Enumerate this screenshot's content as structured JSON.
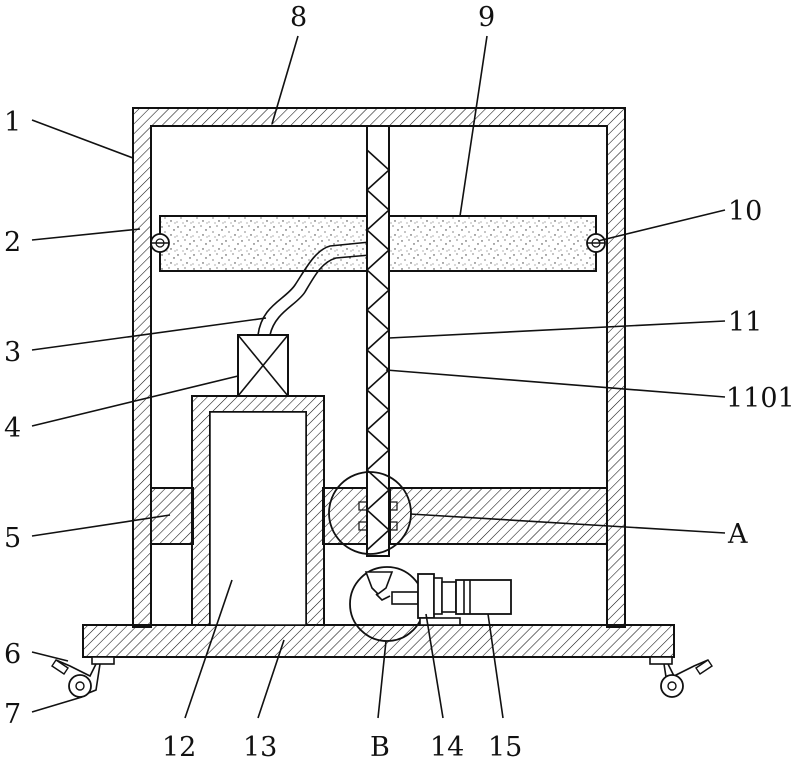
{
  "labels": {
    "l1": "1",
    "l2": "2",
    "l3": "3",
    "l4": "4",
    "l5": "5",
    "l6": "6",
    "l7": "7",
    "l8": "8",
    "l9": "9",
    "l10": "10",
    "l11": "11",
    "l1101": "1101",
    "lA": "A",
    "l12": "12",
    "l13": "13",
    "lB": "B",
    "l14": "14",
    "l15": "15"
  },
  "colors": {
    "line": "#111111",
    "hatch": "#111111",
    "background": "#ffffff"
  }
}
